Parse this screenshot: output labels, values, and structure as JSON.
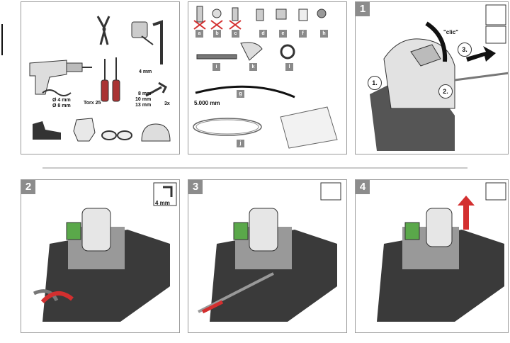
{
  "tools_panel": {
    "drill_bit_1": "Ø  4 mm",
    "drill_bit_2": "Ø  8 mm",
    "hex_key": "4 mm",
    "screwdriver": "Torx 25",
    "wrench_1": "8 mm",
    "wrench_2": "10 mm",
    "wrench_3": "13 mm",
    "wrench_qty": "3x"
  },
  "parts_panel": {
    "tags": [
      "a",
      "b",
      "c",
      "d",
      "e",
      "f",
      "h",
      "i",
      "k",
      "l",
      "g",
      "j"
    ],
    "cable_length": "5.000 mm"
  },
  "steps": [
    {
      "number": "1",
      "clic": "\"clic\"",
      "callouts": [
        "1.",
        "2.",
        "3."
      ]
    },
    {
      "number": "2",
      "hex_key": "4 mm"
    },
    {
      "number": "3"
    },
    {
      "number": "4"
    }
  ],
  "colors": {
    "step_badge": "#8c8c8c",
    "arrow_red": "#d32f2f",
    "housing": "#3a3a3a",
    "motor": "#e6e6e6"
  }
}
